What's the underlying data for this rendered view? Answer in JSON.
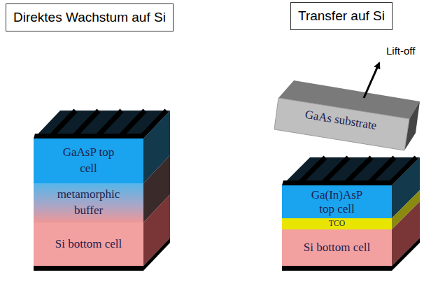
{
  "diagram": {
    "nodes": [
      {
        "text": [
          "Direktes Wachstum auf Si"
        ]
      },
      {
        "text": [
          "Transfer auf Si"
        ]
      },
      {
        "text": [
          "GaAsP top cell"
        ]
      },
      {
        "text": [
          "metamorphic buffer"
        ]
      },
      {
        "text": [
          "Si bottom cell"
        ]
      },
      {
        "text": [
          "GaAs substrate"
        ]
      },
      {
        "text": [
          "Ga(In)AsP top cell"
        ]
      },
      {
        "text": [
          "TCO"
        ]
      },
      {
        "text": [
          "Si bottom cell"
        ]
      }
    ],
    "labels": [
      "Lift-off"
    ]
  }
}
